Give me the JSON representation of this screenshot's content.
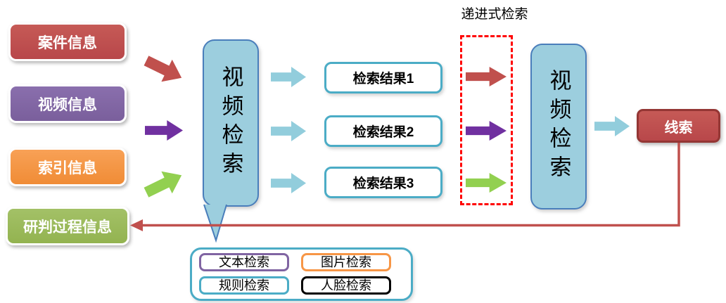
{
  "diagram": {
    "inputs": [
      {
        "label": "案件信息",
        "color": "#C0504D"
      },
      {
        "label": "视频信息",
        "color": "#8064A2"
      },
      {
        "label": "索引信息",
        "color": "#F79646"
      },
      {
        "label": "研判过程信息",
        "color": "#9BBB59"
      }
    ],
    "stage1": {
      "label": "视频检索",
      "fill": "#9CCEDE",
      "border": "#4A7EBB"
    },
    "results": [
      {
        "label": "检索结果1"
      },
      {
        "label": "检索结果2"
      },
      {
        "label": "检索结果3"
      }
    ],
    "progressive_group": {
      "label": "递进式检索",
      "border_color": "#FF0000"
    },
    "stage2": {
      "label": "视频检索",
      "fill": "#9CCEDE",
      "border": "#4A7EBB"
    },
    "clue": {
      "label": "线索",
      "fill": "#C0504D",
      "border": "#943634"
    },
    "methods": [
      {
        "label": "文本检索",
        "border": "#8064A2"
      },
      {
        "label": "图片检索",
        "border": "#F79646"
      },
      {
        "label": "规则检索",
        "border": "#4BACC6"
      },
      {
        "label": "人脸检索",
        "border": "#000000"
      }
    ],
    "arrow_colors": {
      "case_flow": "#C0504D",
      "video_flow": "#7030A0",
      "index_flow": "#92D050",
      "stage_flow": "#92CDDC"
    },
    "feedback_line_color": "#C0504D"
  }
}
